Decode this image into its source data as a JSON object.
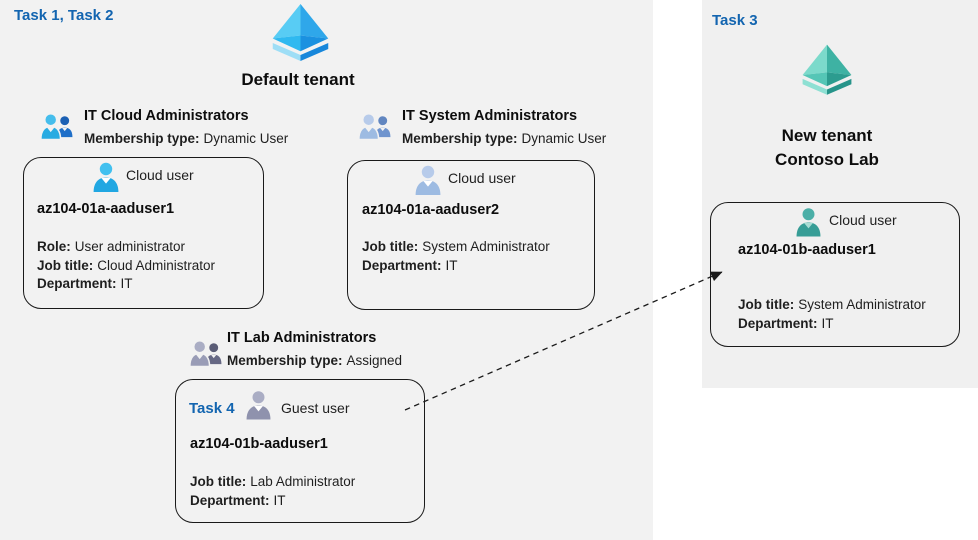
{
  "colors": {
    "page_bg": "#ffffff",
    "left_region_bg": "#f2f2f2",
    "right_panel_bg": "#f0f0f0",
    "task_label": "#1365b0",
    "text": "#1f1f1f",
    "card_border": "#1a1a1a",
    "arrow": "#1a1a1a",
    "azure_ad_blue": "#2fa7ea",
    "azure_ad_teal": "#3eb2a3",
    "person_cloud_blue": "#21a7e2",
    "person_steel_blue": "#9dbbe2",
    "person_guest_gray": "#8f92ad",
    "person_teal": "#379d96",
    "group_cloud_front": "#28abe2",
    "group_cloud_back": "#1b60b4",
    "group_steel_front": "#9dbbe2",
    "group_steel_back": "#6186c0",
    "group_gray_front": "#999cb6",
    "group_gray_back": "#5a5c76"
  },
  "default_tenant": {
    "task_label": "Task 1, Task 2",
    "name": "Default tenant"
  },
  "new_tenant": {
    "task_label": "Task 3",
    "name_line1": "New tenant",
    "name_line2": "Contoso Lab"
  },
  "groups": [
    {
      "title": "IT Cloud Administrators",
      "membership_label": "Membership type:",
      "membership_value": "Dynamic User"
    },
    {
      "title": "IT System Administrators",
      "membership_label": "Membership type:",
      "membership_value": "Dynamic User"
    },
    {
      "title": "IT Lab Administrators",
      "membership_label": "Membership type:",
      "membership_value": "Assigned"
    }
  ],
  "cards": [
    {
      "user_type": "Cloud user",
      "name": "az104-01a-aaduser1",
      "details": [
        {
          "label": "Role:",
          "value": "User administrator"
        },
        {
          "label": "Job title:",
          "value": "Cloud Administrator"
        },
        {
          "label": "Department:",
          "value": "IT"
        }
      ]
    },
    {
      "user_type": "Cloud user",
      "name": "az104-01a-aaduser2",
      "details": [
        {
          "label": "Job title:",
          "value": "System Administrator"
        },
        {
          "label": "Department:",
          "value": "IT"
        }
      ]
    },
    {
      "task_label": "Task 4",
      "user_type": "Guest user",
      "name": "az104-01b-aaduser1",
      "details": [
        {
          "label": "Job title:",
          "value": "Lab Administrator"
        },
        {
          "label": "Department:",
          "value": "IT"
        }
      ]
    },
    {
      "user_type": "Cloud user",
      "name": "az104-01b-aaduser1",
      "details": [
        {
          "label": "Job title:",
          "value": "System Administrator"
        },
        {
          "label": "Department:",
          "value": "IT"
        }
      ]
    }
  ]
}
